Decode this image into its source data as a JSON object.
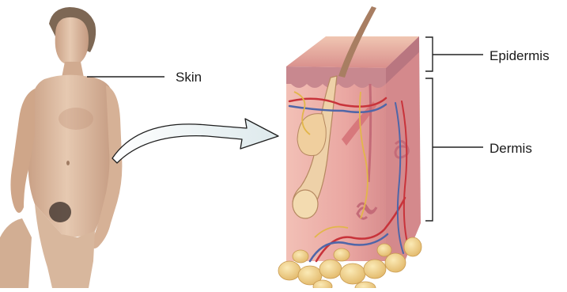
{
  "labels": {
    "skin": "Skin",
    "epidermis": "Epidermis",
    "dermis": "Dermis"
  },
  "colors": {
    "body_skin": "#d9b79a",
    "epidermis": "#c98d8f",
    "dermis": "#e8a9a6",
    "fat": "#f2d48a",
    "artery": "#c8333a",
    "vein": "#4f66a8",
    "arrow_fill": "#e9f1f3",
    "leader": "#222222"
  }
}
